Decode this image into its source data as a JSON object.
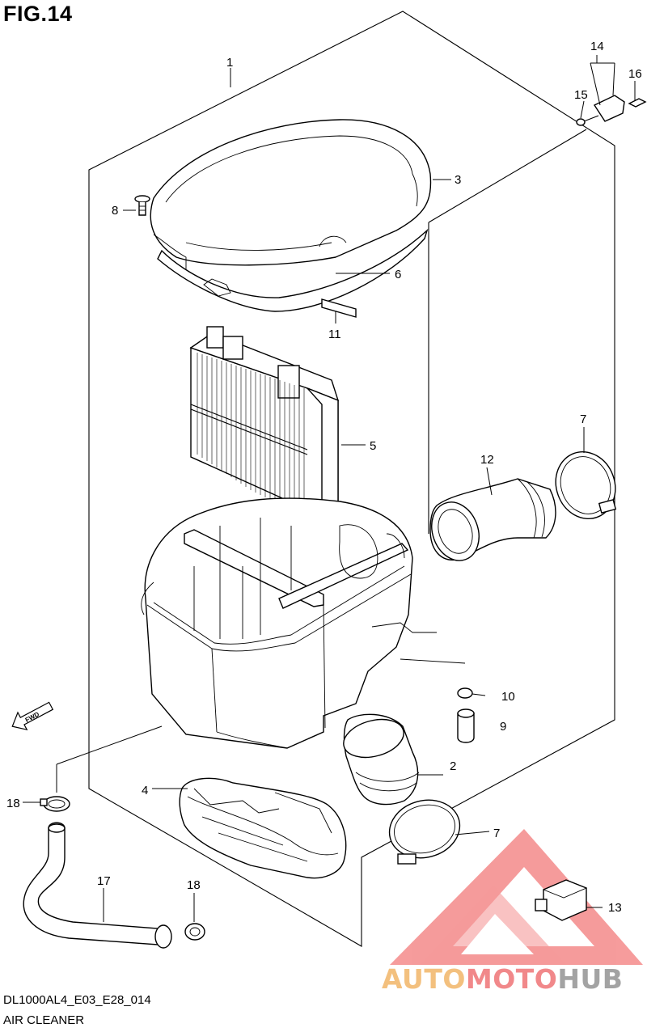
{
  "figure": {
    "title": "FIG.14",
    "code": "DL1000AL4_E03_E28_014",
    "name": "AIR CLEANER"
  },
  "callouts": [
    {
      "id": "c1",
      "label": "1"
    },
    {
      "id": "c2",
      "label": "2"
    },
    {
      "id": "c3",
      "label": "3"
    },
    {
      "id": "c4",
      "label": "4"
    },
    {
      "id": "c5",
      "label": "5"
    },
    {
      "id": "c6",
      "label": "6"
    },
    {
      "id": "c7a",
      "label": "7"
    },
    {
      "id": "c7b",
      "label": "7"
    },
    {
      "id": "c8",
      "label": "8"
    },
    {
      "id": "c9",
      "label": "9"
    },
    {
      "id": "c10",
      "label": "10"
    },
    {
      "id": "c11",
      "label": "11"
    },
    {
      "id": "c12",
      "label": "12"
    },
    {
      "id": "c13",
      "label": "13"
    },
    {
      "id": "c14",
      "label": "14"
    },
    {
      "id": "c15",
      "label": "15"
    },
    {
      "id": "c16",
      "label": "16"
    },
    {
      "id": "c17",
      "label": "17"
    },
    {
      "id": "c18a",
      "label": "18"
    },
    {
      "id": "c18b",
      "label": "18"
    }
  ],
  "fwd_marker": "FWD",
  "watermark": {
    "part1": "AUTO",
    "part2": "MOTO",
    "part3": "HUB",
    "colors": {
      "auto": "#f3c07e",
      "moto": "#f1888a",
      "hub": "#a3a3a3",
      "triangle": "#ee4a4a"
    }
  }
}
